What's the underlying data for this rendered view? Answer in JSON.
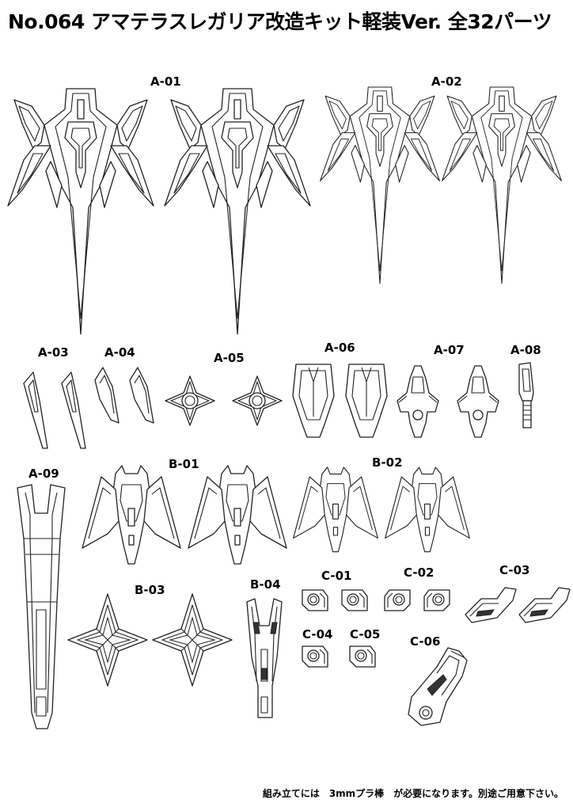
{
  "title": "No.064 アマテラスレガリア改造キット軽装Ver. 全32パーツ",
  "parts": [
    {
      "id": "a01",
      "label": "A-01"
    },
    {
      "id": "a02",
      "label": "A-02"
    },
    {
      "id": "a03",
      "label": "A-03"
    },
    {
      "id": "a04",
      "label": "A-04"
    },
    {
      "id": "a05",
      "label": "A-05"
    },
    {
      "id": "a06",
      "label": "A-06"
    },
    {
      "id": "a07",
      "label": "A-07"
    },
    {
      "id": "a08",
      "label": "A-08"
    },
    {
      "id": "a09",
      "label": "A-09"
    },
    {
      "id": "b01",
      "label": "B-01"
    },
    {
      "id": "b02",
      "label": "B-02"
    },
    {
      "id": "b03",
      "label": "B-03"
    },
    {
      "id": "b04",
      "label": "B-04"
    },
    {
      "id": "c01",
      "label": "C-01"
    },
    {
      "id": "c02",
      "label": "C-02"
    },
    {
      "id": "c03",
      "label": "C-03"
    },
    {
      "id": "c04",
      "label": "C-04"
    },
    {
      "id": "c05",
      "label": "C-05"
    },
    {
      "id": "c06",
      "label": "C-06"
    }
  ],
  "footer_note": "組み立てには　3mmプラ棒　が必要になります。別途ご用意下さい。"
}
